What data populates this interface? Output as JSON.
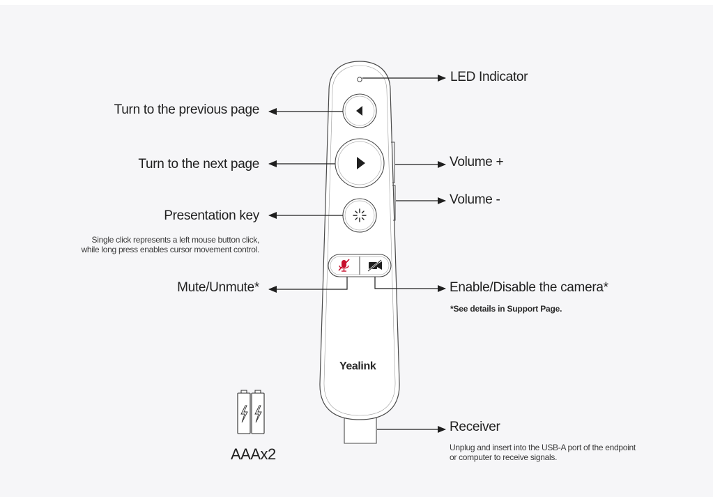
{
  "labels": {
    "led_indicator": "LED Indicator",
    "previous_page": "Turn to the previous page",
    "next_page": "Turn to the next page",
    "volume_up": "Volume +",
    "volume_down": "Volume -",
    "presentation_key": "Presentation key",
    "presentation_note": [
      "Single click represents a left mouse button click,",
      "while long press enables cursor movement control."
    ],
    "mute_unmute": "Mute/Unmute*",
    "camera": "Enable/Disable the camera*",
    "support_note": "*See details in Support Page.",
    "receiver": "Receiver",
    "receiver_note": [
      "Unplug and insert into the USB-A port of the endpoint",
      "or computer to receive signals."
    ],
    "brand": "Yealink",
    "battery": "AAAx2"
  },
  "icons": {
    "previous_button": "triangle-left-icon",
    "next_button": "triangle-right-icon",
    "presentation_button": "laser-pointer-icon",
    "mute_button": "microphone-muted-icon",
    "camera_button": "camera-off-icon",
    "led": "led-dot-icon",
    "battery": "aaa-battery-icon",
    "arrow": "arrow-pointer-icon"
  },
  "colors": {
    "background": "#f6f6f8",
    "outline": "#4a4a4a",
    "mute_accent": "#c8102e",
    "text": "#1f1f1f"
  }
}
